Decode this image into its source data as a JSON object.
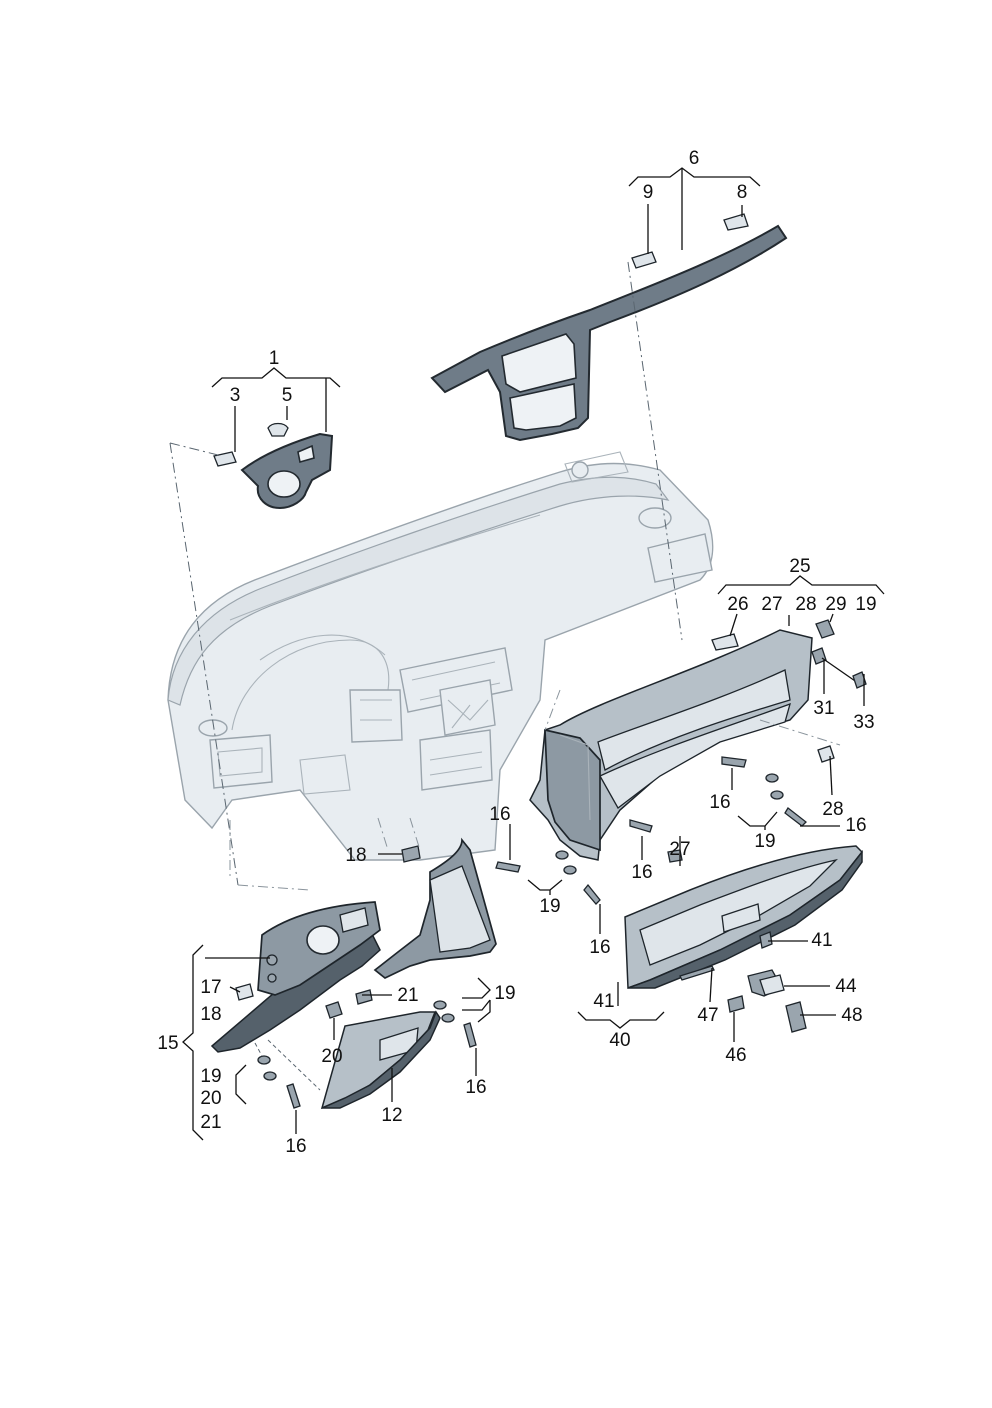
{
  "diagram": {
    "callouts": {
      "c1": "1",
      "c3": "3",
      "c5": "5",
      "c6": "6",
      "c9": "9",
      "c8": "8",
      "c25": "25",
      "c26": "26",
      "c27a": "27",
      "c28a": "28",
      "c29": "29",
      "c19a": "19",
      "c31": "31",
      "c33": "33",
      "c28b": "28",
      "c16a": "16",
      "c19b": "19",
      "c16b": "16",
      "c16c": "16",
      "c27b": "27",
      "c16d": "16",
      "c18": "18",
      "c19c": "19",
      "c16e": "16",
      "c15": "15",
      "c17": "17",
      "c18b": "18",
      "c19d": "19",
      "c20b": "20",
      "c21b": "21",
      "c21": "21",
      "c20": "20",
      "c19e": "19",
      "c16f": "16",
      "c12": "12",
      "c16g": "16",
      "c41a": "41",
      "c41b": "41",
      "c40": "40",
      "c44": "44",
      "c48": "48",
      "c47": "47",
      "c46": "46"
    }
  }
}
